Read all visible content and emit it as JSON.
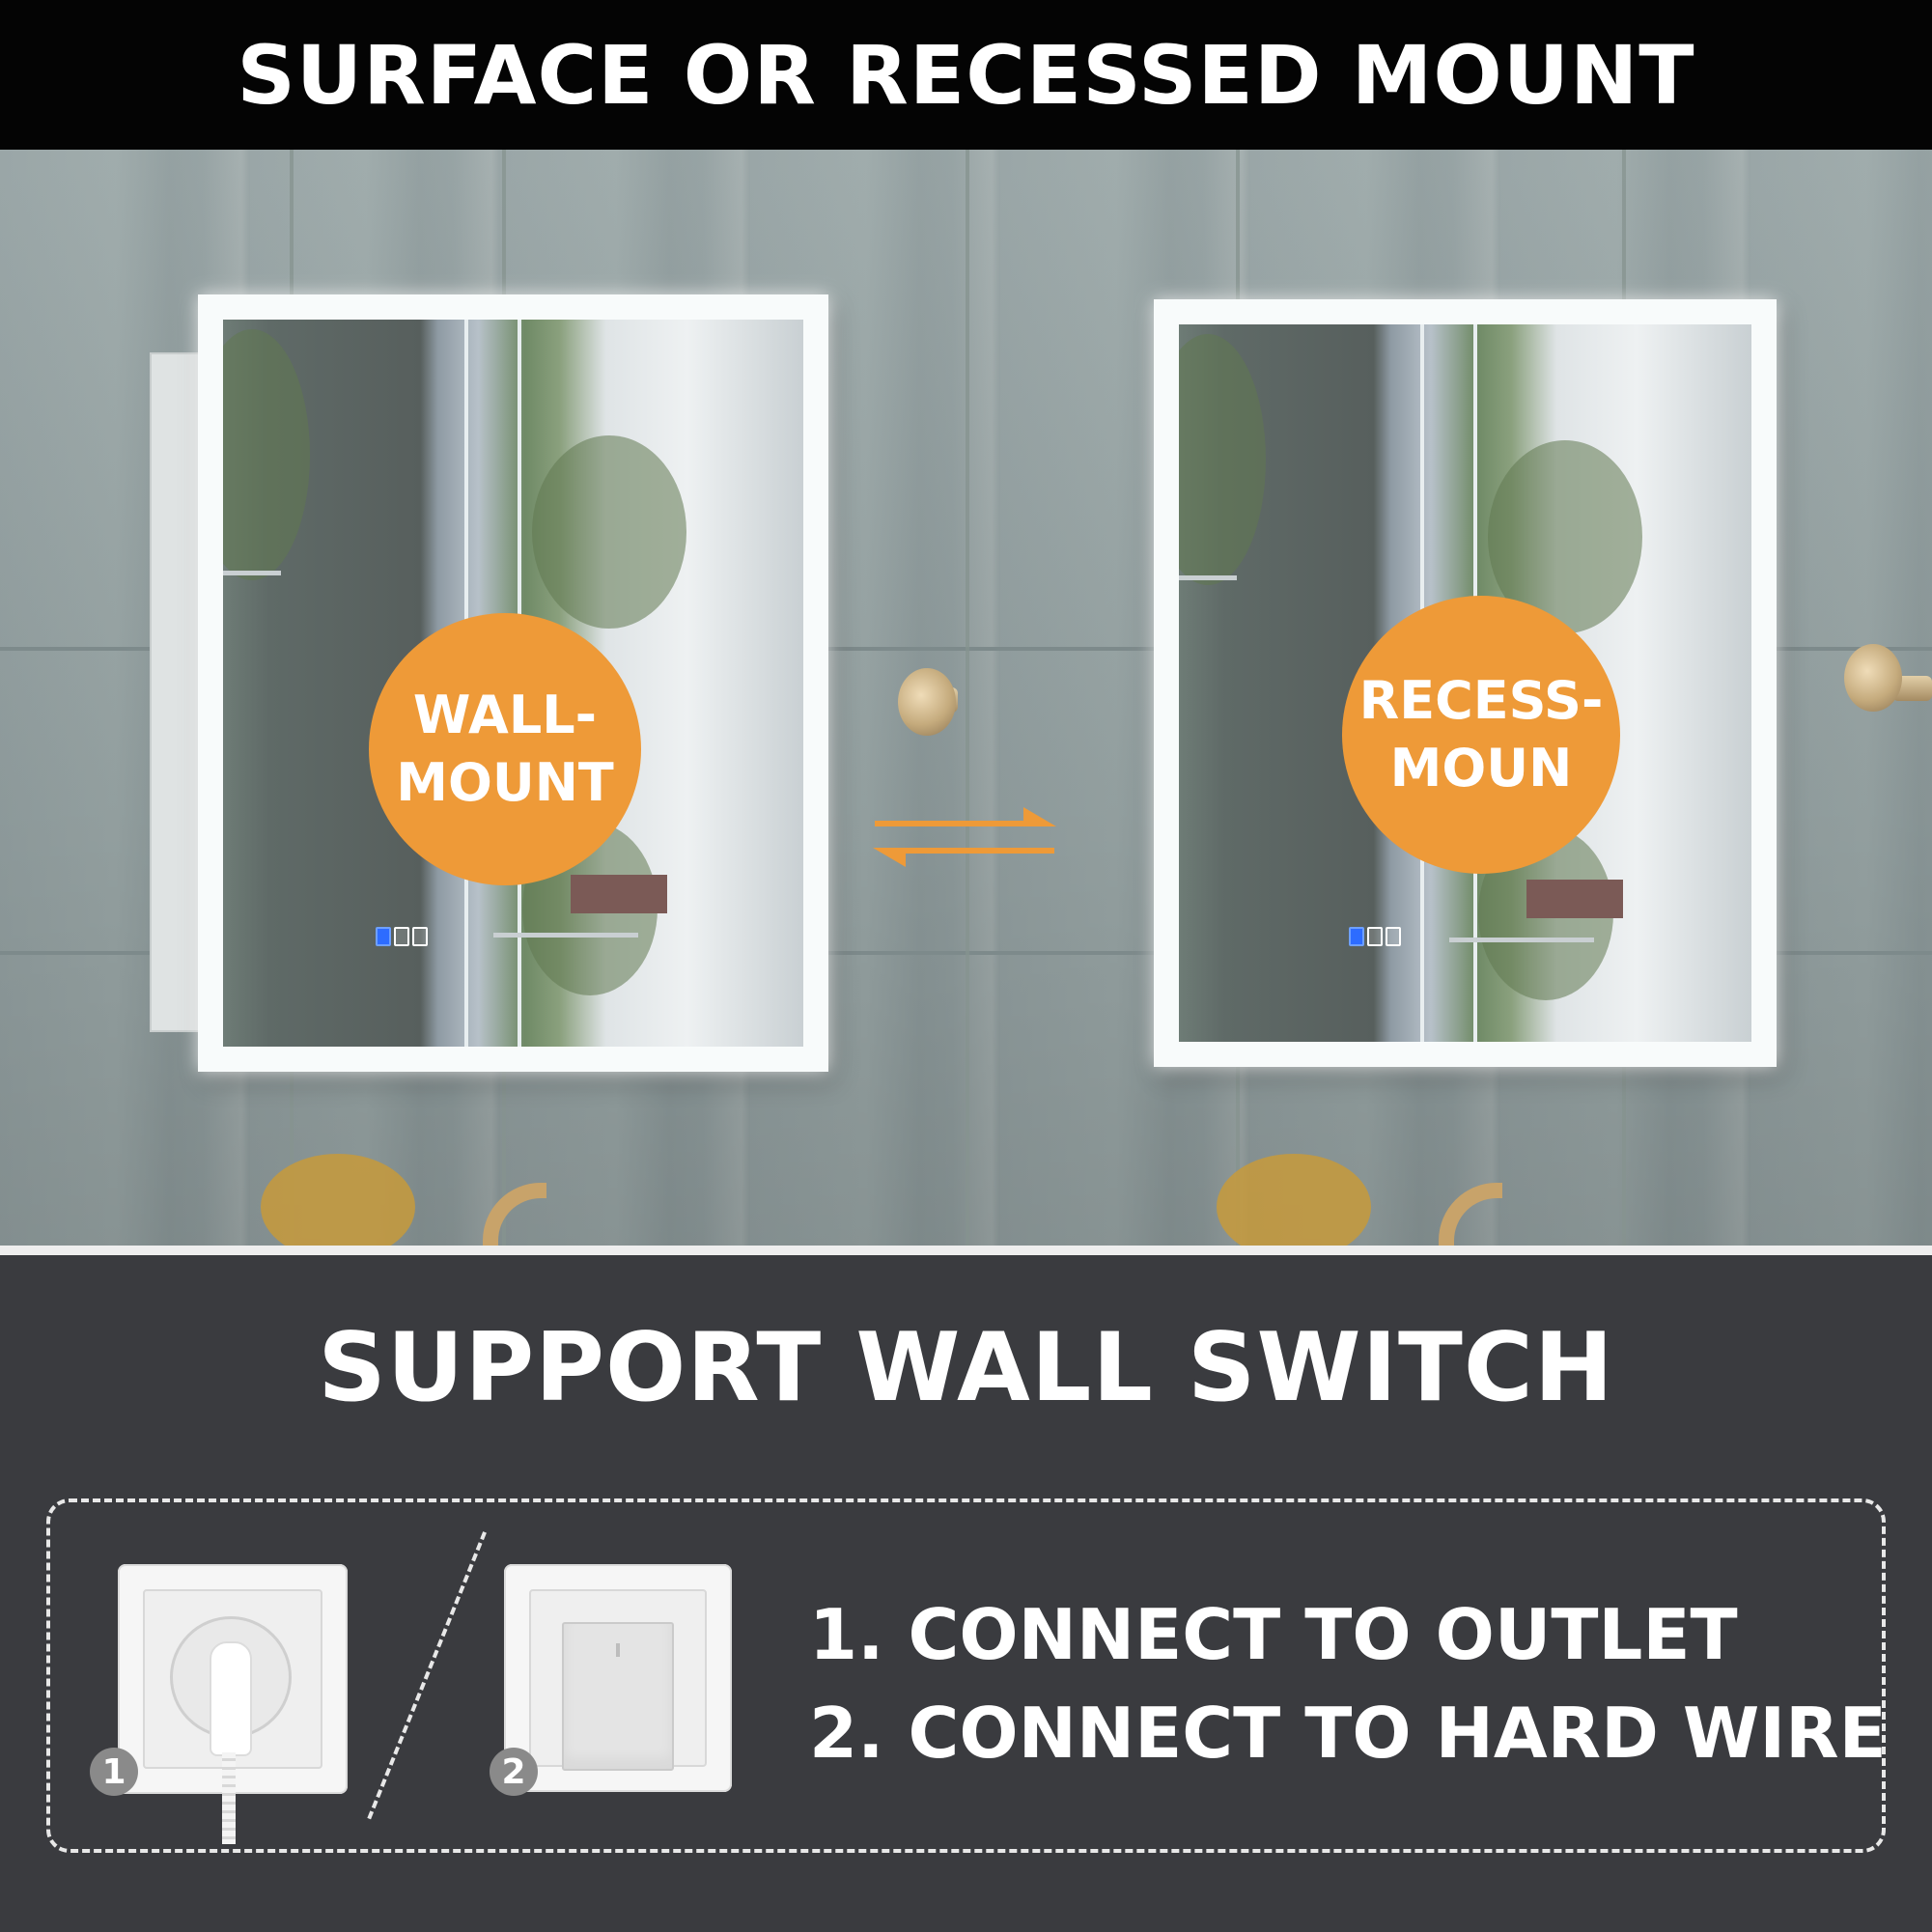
{
  "header": {
    "title": "SURFACE OR RECESSED MOUNT"
  },
  "scene": {
    "left_badge": {
      "line1": "WALL-",
      "line2": "MOUNT"
    },
    "right_badge": {
      "line1": "RECESS-",
      "line2": "MOUN"
    },
    "accent_color": "#ee9a38"
  },
  "wall_switch": {
    "title": "SUPPORT WALL SWITCH",
    "option1_number": "1",
    "option2_number": "2",
    "steps": [
      "1.  CONNECT TO OUTLET",
      "2. CONNECT TO HARD WIRE"
    ]
  }
}
